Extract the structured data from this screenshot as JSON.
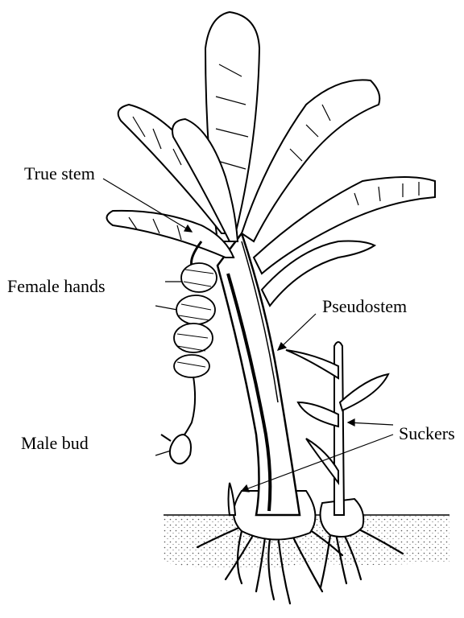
{
  "diagram": {
    "subject": "banana-plant",
    "labels": {
      "true_stem": "True stem",
      "female_hands": "Female hands",
      "pseudostem": "Pseudostem",
      "male_bud": "Male bud",
      "suckers": "Suckers"
    }
  },
  "colors": {
    "ink": "#000000",
    "background": "#ffffff",
    "soil_speckle": "#555555"
  }
}
